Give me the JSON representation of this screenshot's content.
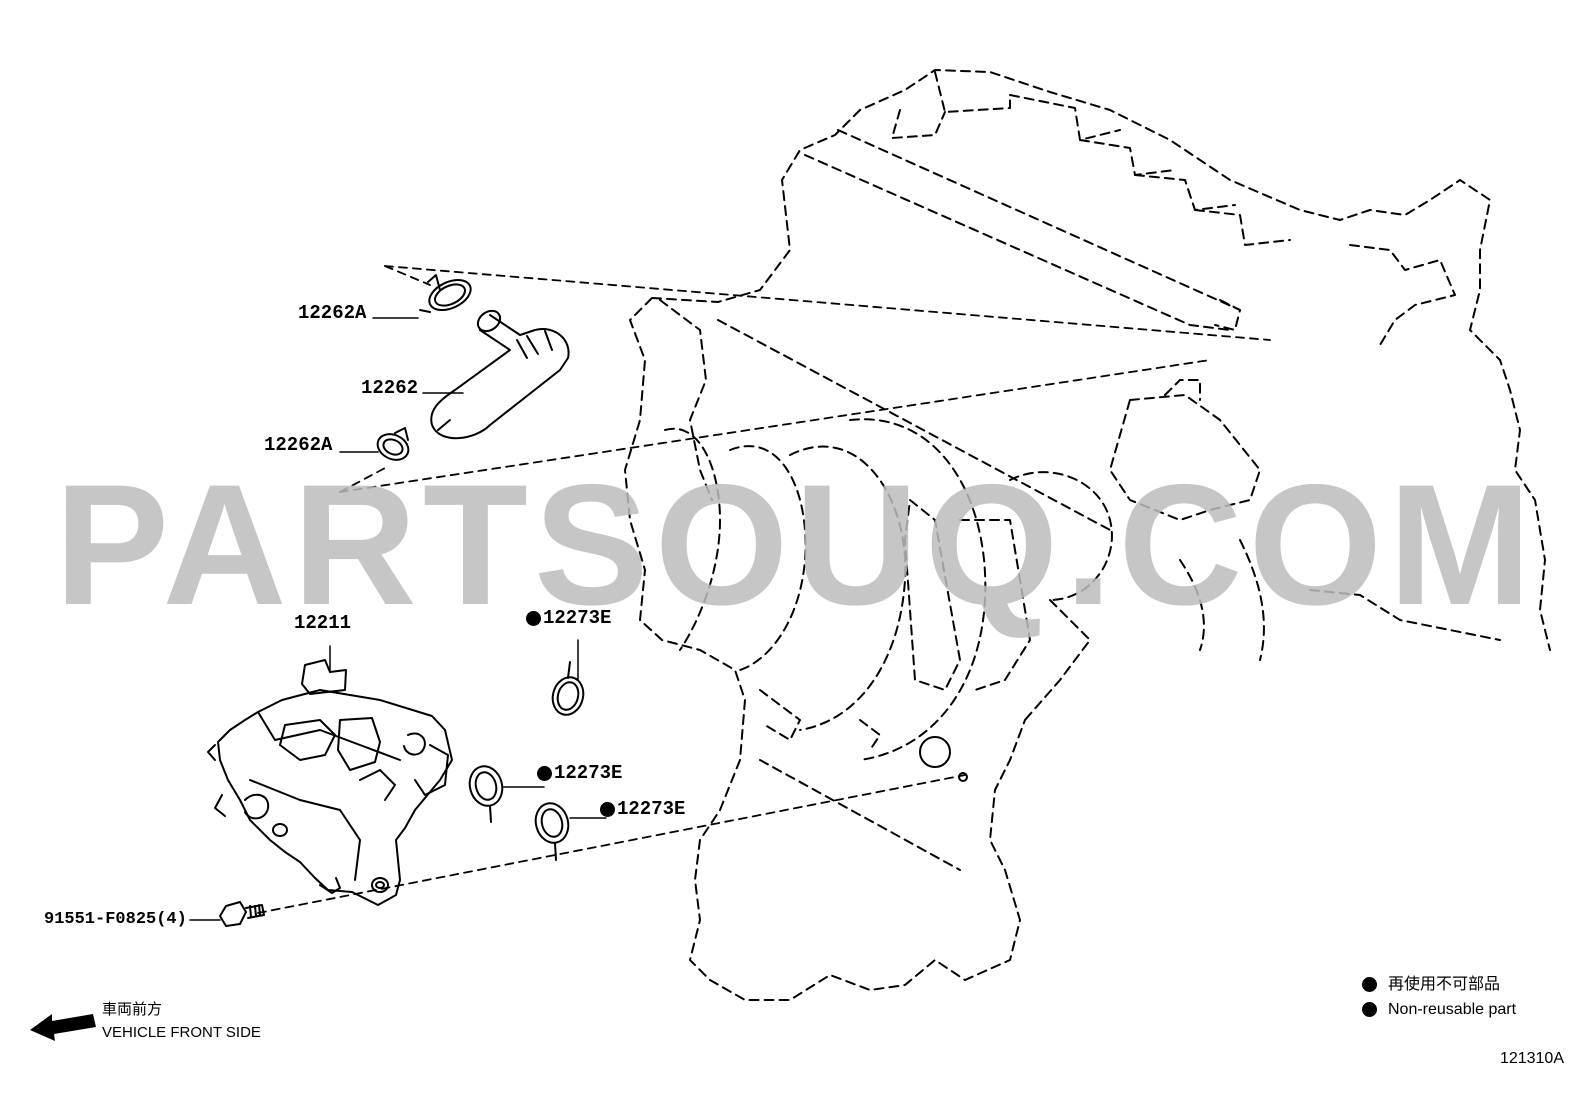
{
  "watermark": "PARTSOUQ.COM",
  "callouts": [
    {
      "id": "hose-clamp-upper",
      "text": "12262A",
      "nonreusable": false
    },
    {
      "id": "ventilation-hose",
      "text": "12262",
      "nonreusable": false
    },
    {
      "id": "hose-clamp-lower",
      "text": "12262A",
      "nonreusable": false
    },
    {
      "id": "oil-separator",
      "text": "12211",
      "nonreusable": false
    },
    {
      "id": "gasket-1",
      "text": "12273E",
      "nonreusable": true
    },
    {
      "id": "gasket-2",
      "text": "12273E",
      "nonreusable": true
    },
    {
      "id": "gasket-3",
      "text": "12273E",
      "nonreusable": true
    },
    {
      "id": "bolt",
      "text": "91551-F0825(4)",
      "nonreusable": false
    }
  ],
  "legend": {
    "japanese": "再使用不可部品",
    "english": "Non-reusable part"
  },
  "vehicle_front": {
    "japanese": "車両前方",
    "english": "VEHICLE FRONT SIDE"
  },
  "illustration_code": "121310A"
}
